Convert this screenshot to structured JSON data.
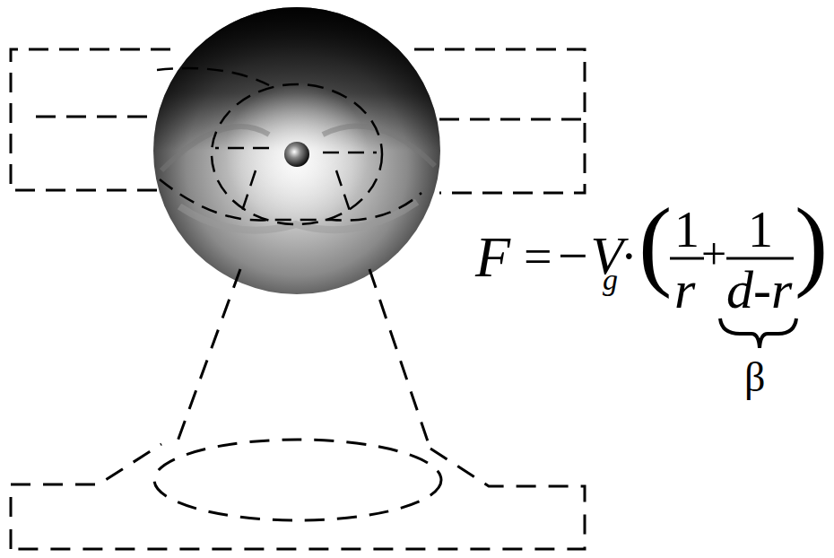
{
  "diagram": {
    "labels": [
      "F",
      "=",
      "−V",
      "g",
      "·",
      "(",
      "1",
      "r",
      "+",
      "1",
      "d-r",
      ")",
      "β"
    ]
  }
}
